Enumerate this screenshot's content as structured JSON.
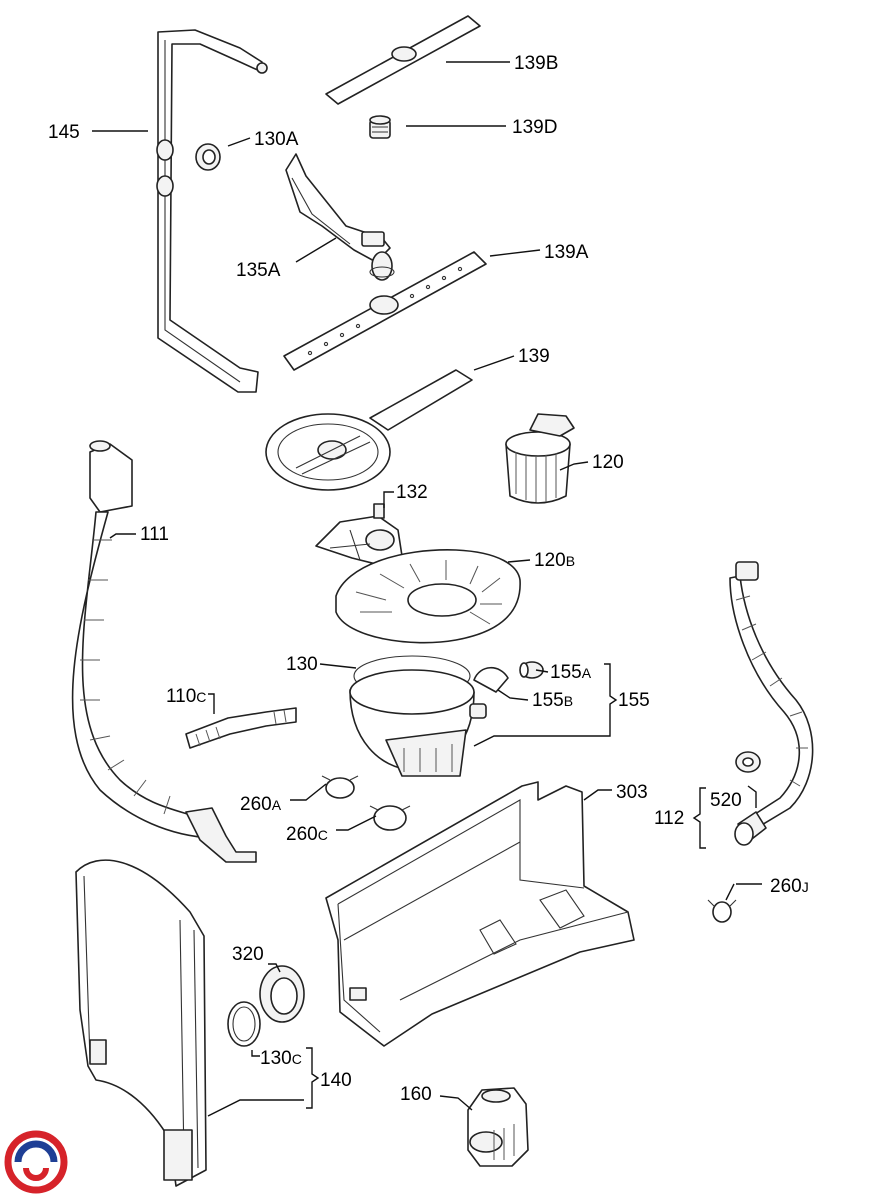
{
  "labels": {
    "p145": "145",
    "p130A": "130A",
    "p139B": "139B",
    "p139D": "139D",
    "p135A": "135A",
    "p139A": "139A",
    "p139": "139",
    "p120": "120",
    "p111": "111",
    "p132": "132",
    "p120B": {
      "main": "120",
      "suffix": "B"
    },
    "p130": "130",
    "p155A": {
      "main": "155",
      "suffix": "A"
    },
    "p155B": {
      "main": "155",
      "suffix": "B"
    },
    "p155": "155",
    "p110C": {
      "main": "110",
      "suffix": "C"
    },
    "p260A": {
      "main": "260",
      "suffix": "A"
    },
    "p260C": {
      "main": "260",
      "suffix": "C"
    },
    "p303": "303",
    "p520": "520",
    "p112": "112",
    "p260J": {
      "main": "260",
      "suffix": "J"
    },
    "p320": "320",
    "p130C": {
      "main": "130",
      "suffix": "C"
    },
    "p140": "140",
    "p160": "160"
  },
  "colors": {
    "logo_red": "#d6232a",
    "logo_blue": "#1f3f95"
  },
  "icons": {
    "logo": "circular-swirl-logo"
  }
}
